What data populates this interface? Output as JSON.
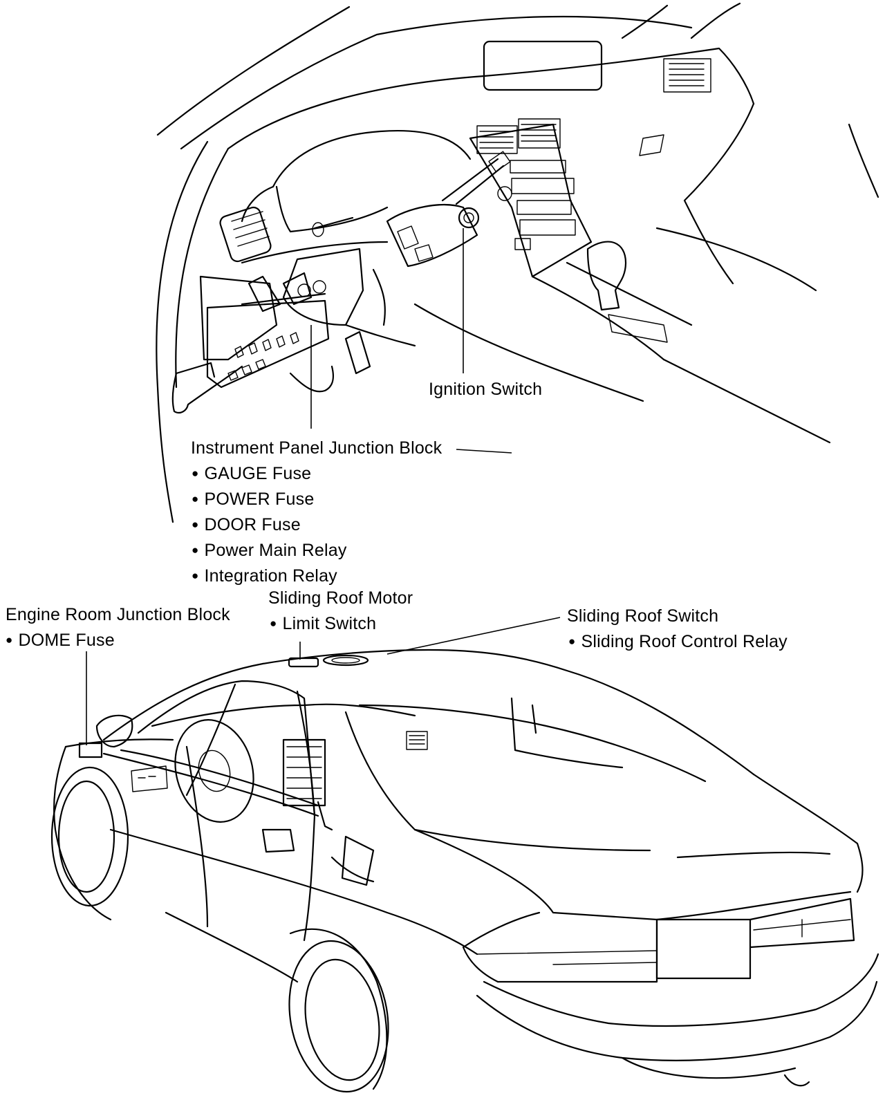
{
  "labels": {
    "ignition_switch": "Ignition Switch",
    "ip_junction_block": {
      "title": "Instrument Panel Junction Block",
      "items": [
        "GAUGE Fuse",
        "POWER Fuse",
        "DOOR Fuse",
        "Power Main Relay",
        "Integration Relay"
      ]
    },
    "engine_room_junction_block": {
      "title": "Engine Room Junction Block",
      "items": [
        "DOME Fuse"
      ]
    },
    "sliding_roof_motor": {
      "title": "Sliding Roof Motor",
      "items": [
        "Limit Switch"
      ]
    },
    "sliding_roof_switch": {
      "title": "Sliding Roof Switch",
      "items": [
        "Sliding Roof Control Relay"
      ]
    }
  }
}
